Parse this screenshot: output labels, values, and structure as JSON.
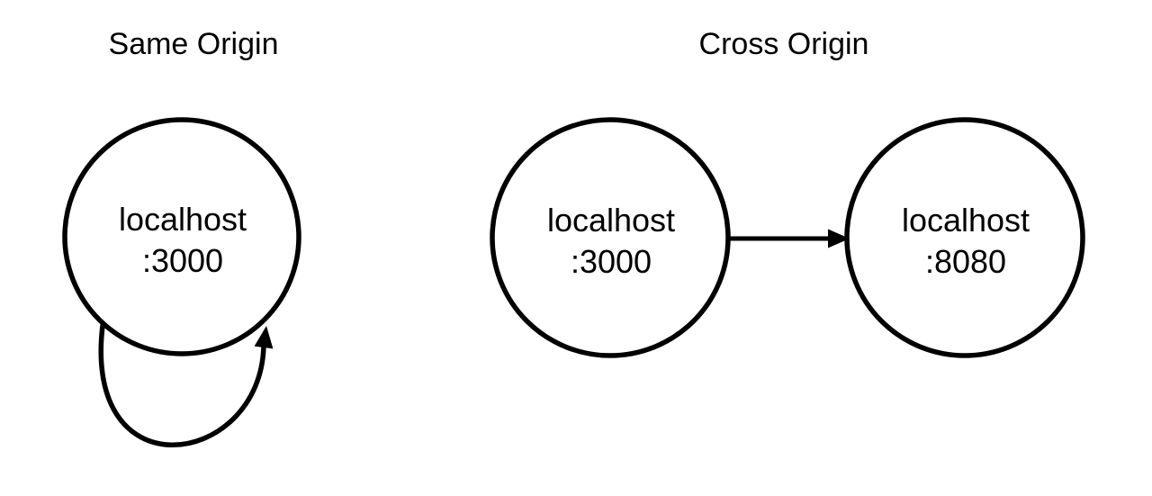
{
  "diagram": {
    "background_color": "#ffffff",
    "ink_color": "#000000",
    "panels": [
      {
        "title": "Same Origin",
        "connector": "self-loop-arrow",
        "nodes": [
          {
            "host": "localhost",
            "port": ":3000"
          }
        ]
      },
      {
        "title": "Cross Origin",
        "connector": "right-arrow",
        "nodes": [
          {
            "host": "localhost",
            "port": ":3000"
          },
          {
            "host": "localhost",
            "port": ":8080"
          }
        ]
      }
    ]
  }
}
